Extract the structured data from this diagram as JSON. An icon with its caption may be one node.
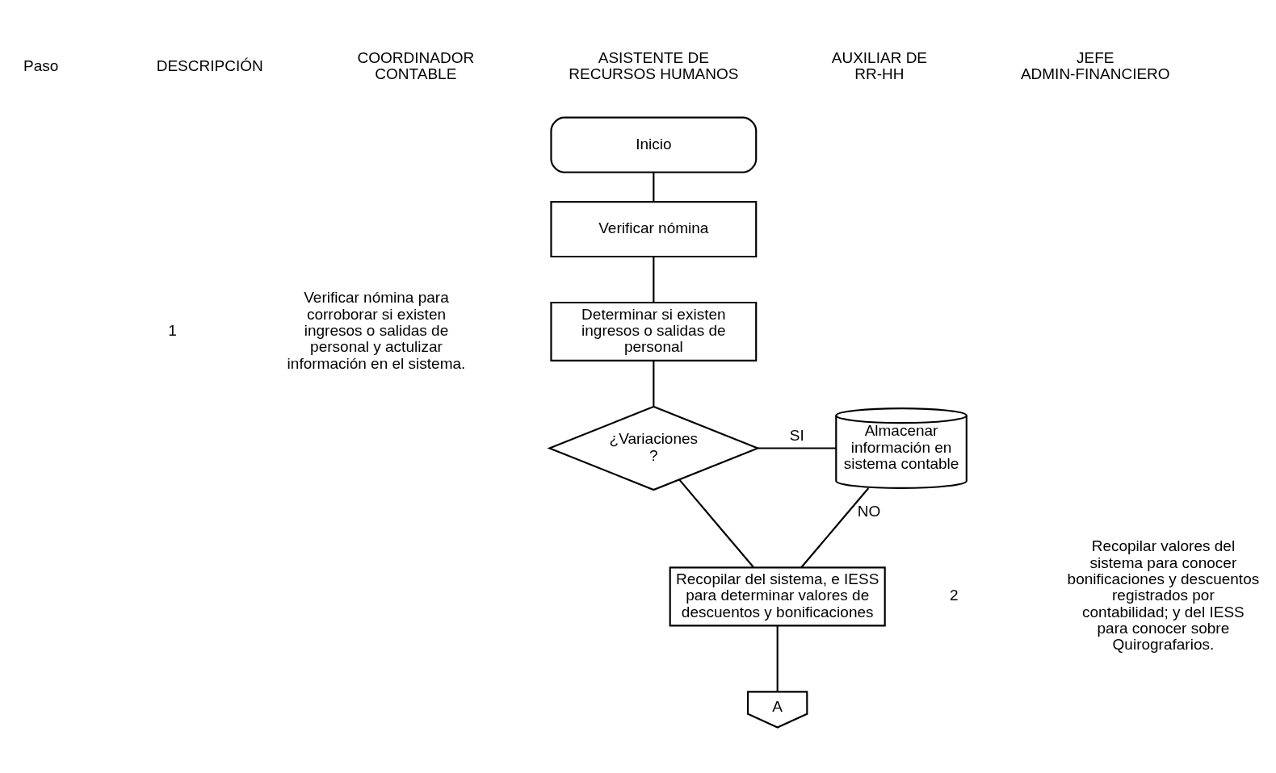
{
  "diagram": {
    "nodes": [
      {
        "text": [
          "Inicio"
        ]
      },
      {
        "text": [
          "Verificar nómina"
        ]
      },
      {
        "text": [
          "Determinar si existen ingresos o salidas de personal"
        ]
      },
      {
        "text": [
          "¿Variaciones ?"
        ]
      },
      {
        "text": [
          "Almacenar información en sistema contable"
        ]
      },
      {
        "text": [
          "Recopilar del sistema, e IESS para determinar valores de descuentos y bonificaciones"
        ]
      },
      {
        "text": [
          "A"
        ]
      }
    ],
    "edges": [
      {
        "from": 0,
        "to": 1,
        "arrow": "none"
      },
      {
        "from": 1,
        "to": 2,
        "arrow": "none"
      },
      {
        "from": 2,
        "to": 3,
        "arrow": "none"
      },
      {
        "from": 3,
        "to": 4,
        "arrow": "none",
        "label": "SI"
      },
      {
        "from": 3,
        "to": 5,
        "arrow": "none"
      },
      {
        "from": 4,
        "to": 5,
        "arrow": "none",
        "label": "NO"
      },
      {
        "from": 5,
        "to": 6,
        "arrow": "none"
      }
    ],
    "labels": [
      "Paso",
      "DESCRIPCIÓN",
      "COORDINADOR CONTABLE",
      "ASISTENTE DE RECURSOS HUMANOS",
      "AUXILIAR DE RR-HH",
      "JEFE ADMIN-FINANCIERO",
      "1",
      "Verificar nómina para corroborar si existen ingresos o salidas de personal y actulizar información en el sistema.",
      "2",
      "Recopilar valores del sistema para conocer bonificaciones y descuentos registrados por contabilidad; y del IESS para conocer sobre Quirografarios."
    ]
  }
}
